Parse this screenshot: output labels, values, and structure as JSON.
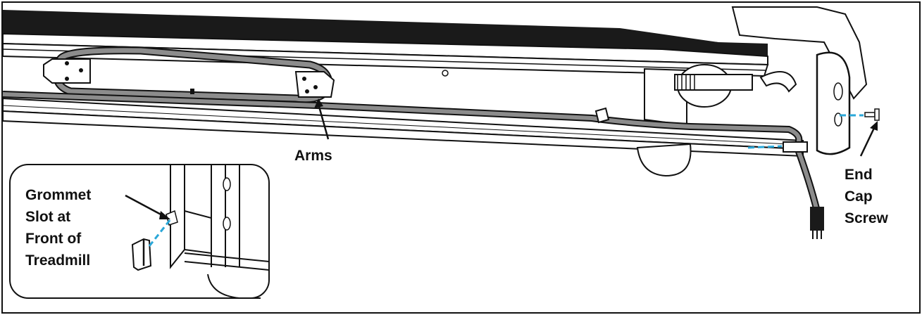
{
  "labels": {
    "arms": "Arms",
    "end_cap": [
      "End",
      "Cap",
      "Screw"
    ],
    "grommet": [
      "Grommet",
      "Slot at",
      "Front of",
      "Treadmill"
    ]
  },
  "colors": {
    "line": "#111111",
    "cord": "#8c8c8c",
    "dashed_guide": "#2aa7d8",
    "background": "#ffffff"
  }
}
